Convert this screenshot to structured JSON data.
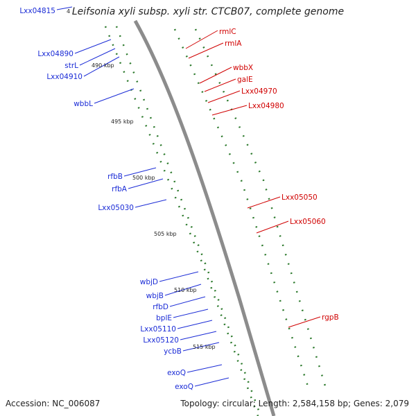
{
  "title": "Leifsonia xyli subsp. xyli str. CTCB07, complete genome",
  "footer": {
    "accession": "Accession: NC_006087",
    "summary": "Topology: circular; Length: 2,584,158 bp; Genes: 2,079"
  },
  "colors": {
    "forward_label": "#1a2bd6",
    "reverse_label": "#d00000",
    "backbone": "#8c8c8c",
    "blue_gene": "#1e22e8",
    "red_gene": "#e81616",
    "olive_gene": "#6d8a2a",
    "cyan_gene": "#22c4cf",
    "gray_gene": "#bdbdbd",
    "dots": "#2d7a2d"
  },
  "scale_labels": [
    "490 kbp",
    "495 kbp",
    "500 kbp",
    "505 kbp",
    "510 kbp",
    "515 kbp"
  ],
  "forward_labels": [
    "Lxx04815",
    "Lxx04890",
    "strL",
    "Lxx04910",
    "wbbL",
    "rfbB",
    "rfbA",
    "Lxx05030",
    "wbjD",
    "wbjB",
    "rfbD",
    "bplE",
    "Lxx05110",
    "Lxx05120",
    "ycbB",
    "exoQ",
    "exoQ"
  ],
  "reverse_labels": [
    "rmlC",
    "rmlA",
    "wbbX",
    "galE",
    "Lxx04970",
    "Lxx04980",
    "Lxx05050",
    "Lxx05060",
    "rgpB"
  ]
}
